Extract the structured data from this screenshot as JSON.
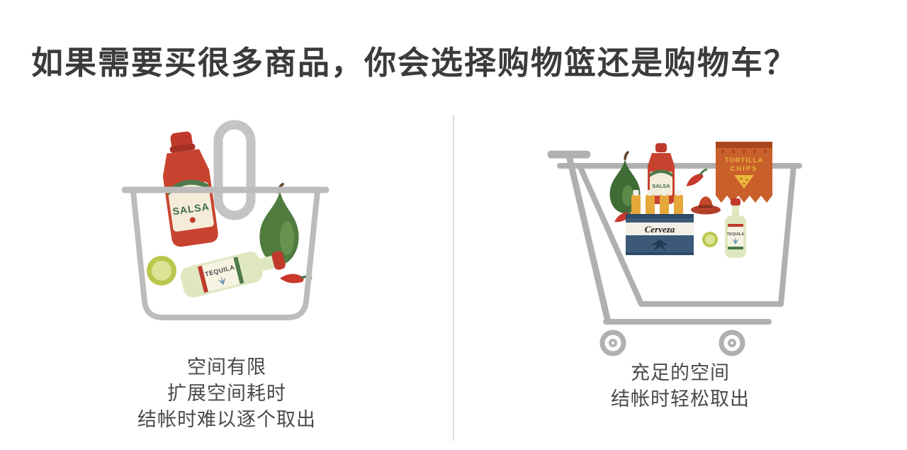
{
  "title": "如果需要买很多商品，你会选择购物篮还是购物车？",
  "basket": {
    "captions": [
      "空间有限",
      "扩展空间耗时",
      "结帐时难以逐个取出"
    ],
    "labels": {
      "salsa": "SALSA",
      "tequila": "TEQUILA"
    }
  },
  "cart": {
    "captions": [
      "充足的空间",
      "结帐时轻松取出"
    ],
    "labels": {
      "salsa": "SALSA",
      "tequila": "TEQUILA",
      "beer_brand": "Cerveza",
      "chips_line1": "TORTILLA",
      "chips_line2": "CHIPS"
    }
  },
  "colors": {
    "outline_gray": "#bcbcbc",
    "title_text": "#3b3b3b",
    "caption_text": "#4a4a4a",
    "red": "#c8432f",
    "green": "#4c7a4a",
    "orange": "#c95f2a",
    "crate_blue": "#3c5a78",
    "bottle_yellow": "#e6a83b"
  }
}
